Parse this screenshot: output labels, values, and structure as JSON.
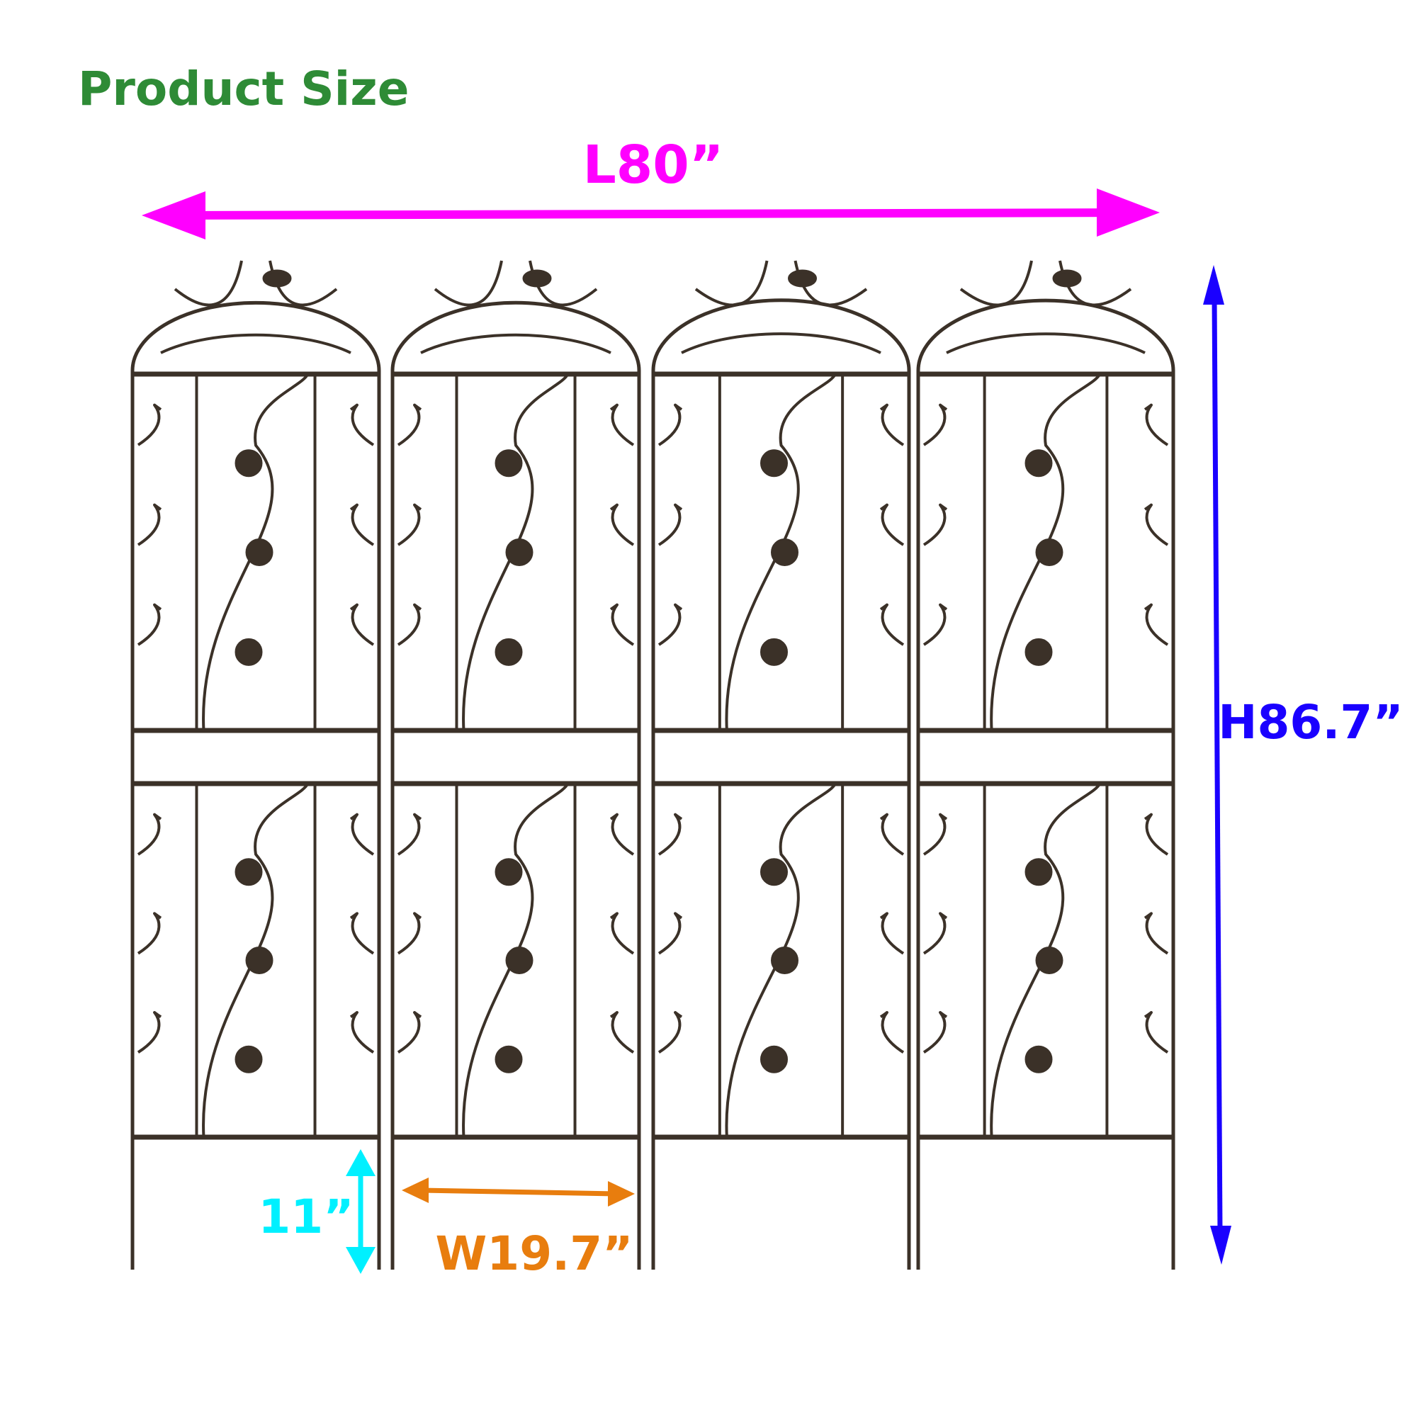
{
  "title": "Product Size",
  "dimensions": {
    "length": {
      "label": "L80”",
      "color": "#ff00ff"
    },
    "height": {
      "label": "H86.7”",
      "color": "#1a00ff"
    },
    "width": {
      "label": "W19.7”",
      "color": "#e87d0e"
    },
    "leg": {
      "label": "11”",
      "color": "#00f0ff"
    }
  },
  "colors": {
    "title": "#2e8b36",
    "metal": "#3b3128"
  },
  "panels": [
    {
      "name": "panel-1"
    },
    {
      "name": "panel-2"
    },
    {
      "name": "panel-3"
    },
    {
      "name": "panel-4"
    }
  ]
}
